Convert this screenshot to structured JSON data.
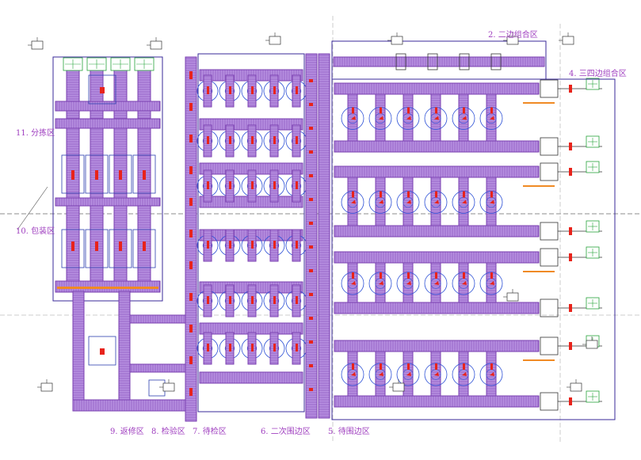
{
  "zone_labels": {
    "z2": "2. 二边组合区",
    "z4": "4. 三四边组合区",
    "z11": "11. 分拣区",
    "z10": "10. 包装区",
    "z9": "9. 返修区",
    "z8": "8. 检验区",
    "z7": "7. 待检区",
    "z6": "6. 二次围边区",
    "z5": "5. 待围边区"
  },
  "colors": {
    "conveyor": "#7a3fb0",
    "conveyor_fill": "#b68fe0",
    "frame": "#3a2a9a",
    "accent": "#e8231b",
    "orange": "#f08a24",
    "robot": "#2b4fd6",
    "green": "#27a33a",
    "label": "#a040c0",
    "axis": "#6a6a6a"
  }
}
